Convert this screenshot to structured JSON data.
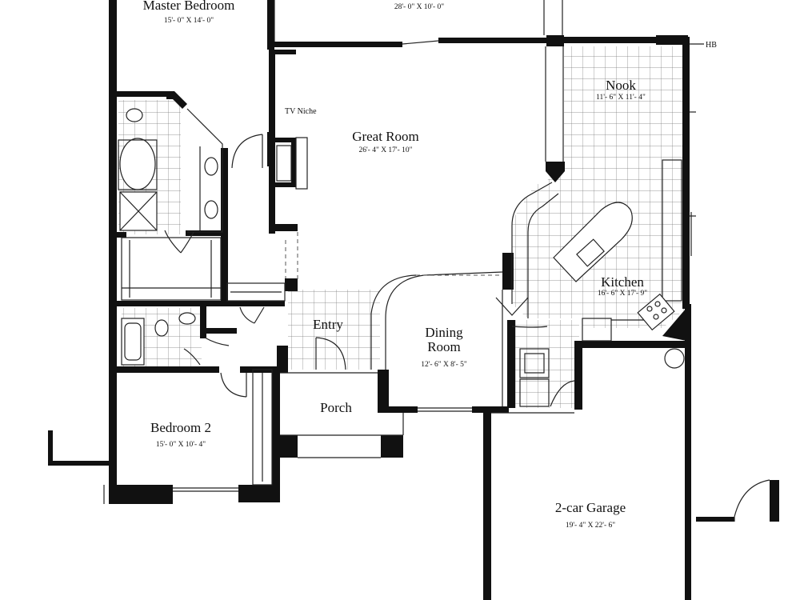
{
  "rooms": {
    "master_bedroom": {
      "name": "Master Bedroom",
      "dims": "15'- 0\" X 14'- 0\""
    },
    "top_room": {
      "dims": "28'- 0\" X 10'- 0\""
    },
    "great_room": {
      "name": "Great Room",
      "dims": "26'- 4\" X 17'- 10\""
    },
    "nook": {
      "name": "Nook",
      "dims": "11'- 6\" X 11'- 4\""
    },
    "kitchen": {
      "name": "Kitchen",
      "dims": "16'- 6\" X 17'- 9\""
    },
    "entry": {
      "name": "Entry"
    },
    "dining_room": {
      "name_line1": "Dining",
      "name_line2": "Room",
      "dims": "12'- 6\" X 8'- 5\""
    },
    "porch": {
      "name": "Porch"
    },
    "bedroom_2": {
      "name": "Bedroom 2",
      "dims": "15'- 0\" X 10'- 4\""
    },
    "garage": {
      "name": "2-car Garage",
      "dims": "19'- 4\" X 22'- 6\""
    }
  },
  "labels": {
    "tv_niche": "TV Niche",
    "hose_bib": "HB"
  }
}
